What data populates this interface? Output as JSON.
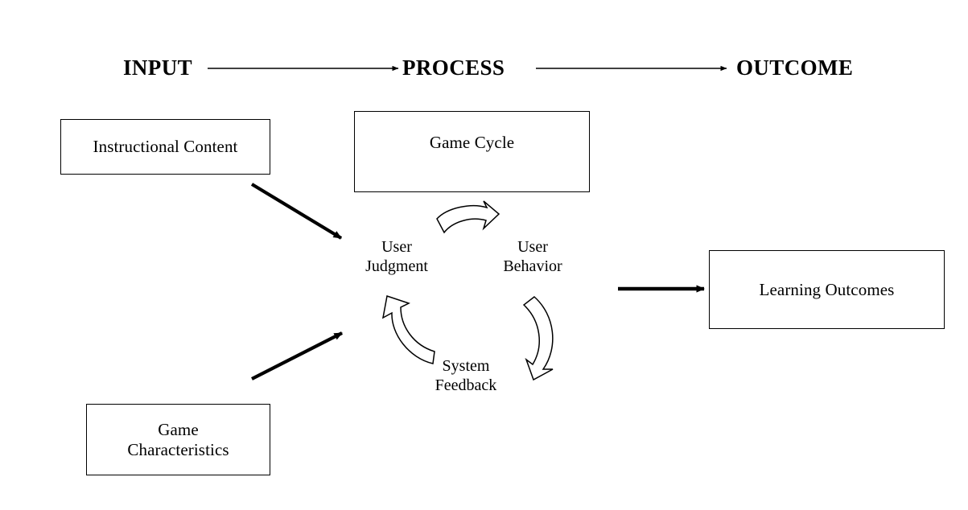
{
  "diagram": {
    "title": "Input-Process-Outcome game model",
    "background_color": "#ffffff",
    "stroke_color": "#000000",
    "stages": [
      {
        "id": "input",
        "label": "INPUT"
      },
      {
        "id": "process",
        "label": "PROCESS"
      },
      {
        "id": "outcome",
        "label": "OUTCOME"
      }
    ],
    "boxes": [
      {
        "id": "instructional-content",
        "label": "Instructional Content"
      },
      {
        "id": "game-cycle",
        "label": "Game Cycle"
      },
      {
        "id": "learning-outcomes",
        "label": "Learning Outcomes"
      },
      {
        "id": "game-characteristics",
        "label": "Game\nCharacteristics"
      }
    ],
    "cycle": {
      "name": "Game Cycle",
      "nodes": [
        {
          "id": "user-judgment",
          "label": "User\nJudgment"
        },
        {
          "id": "user-behavior",
          "label": "User\nBehavior"
        },
        {
          "id": "system-feedback",
          "label": "System\nFeedback"
        }
      ],
      "arrows": [
        {
          "id": "judgment-to-behavior",
          "from": "user-judgment",
          "to": "user-behavior",
          "style": "hollow-curved"
        },
        {
          "id": "behavior-to-feedback",
          "from": "user-behavior",
          "to": "system-feedback",
          "style": "hollow-curved"
        },
        {
          "id": "feedback-to-judgment",
          "from": "system-feedback",
          "to": "user-judgment",
          "style": "hollow-curved"
        }
      ]
    },
    "connectors": [
      {
        "id": "input-to-process",
        "style": "thin-line-arrow"
      },
      {
        "id": "process-to-outcome",
        "style": "thin-line-arrow"
      },
      {
        "id": "instructional-content-to-cycle",
        "style": "thick-solid-arrow"
      },
      {
        "id": "game-characteristics-to-cycle",
        "style": "thick-solid-arrow"
      },
      {
        "id": "cycle-to-learning-outcomes",
        "style": "thick-solid-arrow"
      }
    ]
  }
}
